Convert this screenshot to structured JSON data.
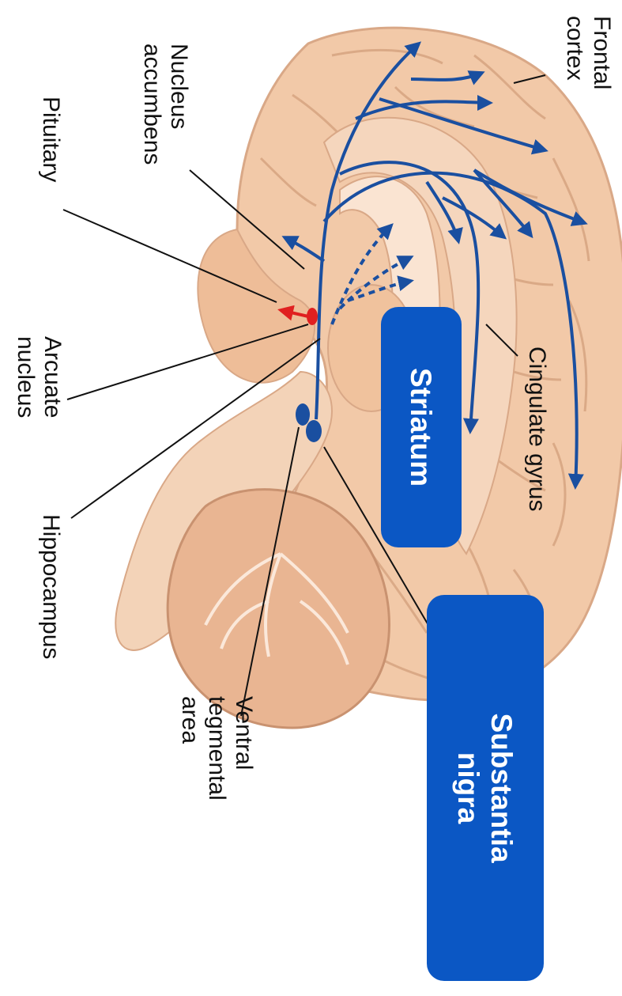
{
  "diagram": {
    "labels": {
      "frontal_cortex": [
        "Frontal",
        "cortex"
      ],
      "nucleus_accumbens": [
        "Nucleus",
        "accumbens"
      ],
      "pituitary": [
        "Pituitary"
      ],
      "arcuate_nucleus": [
        "Arcuate",
        "nucleus"
      ],
      "hippocampus": [
        "Hippocampus"
      ],
      "cingulate_gyrus": [
        "Cingulate gyrus"
      ],
      "ventral_tegmental_area": [
        "Ventral",
        "tegmental",
        "area"
      ]
    },
    "highlight_boxes": {
      "striatum": [
        "Striatum"
      ],
      "substantia_nigra": [
        "Substantia",
        "nigra"
      ]
    },
    "colors": {
      "pathway": "#1a4fa0",
      "highlight_box": "#0b57c4",
      "pituitary_marker": "#e02020",
      "brain_tissue": "#f2c9a8"
    }
  }
}
